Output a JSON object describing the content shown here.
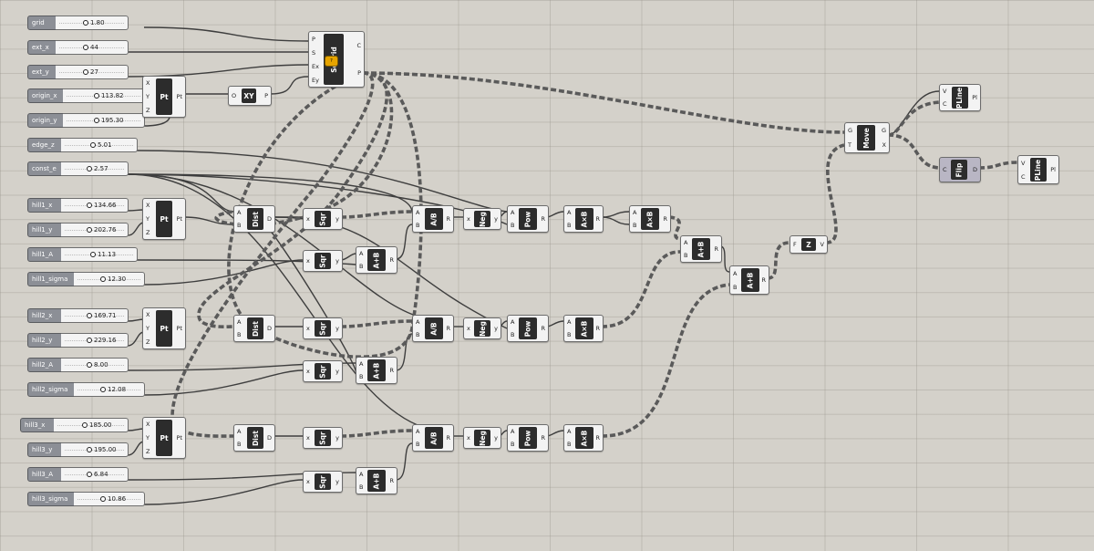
{
  "sliders": [
    {
      "label": "grid",
      "value": "1.80"
    },
    {
      "label": "ext_x",
      "value": "44"
    },
    {
      "label": "ext_y",
      "value": "27"
    },
    {
      "label": "origin_x",
      "value": "113.82"
    },
    {
      "label": "origin_y",
      "value": "195.30"
    },
    {
      "label": "edge_z",
      "value": "5.01"
    },
    {
      "label": "const_e",
      "value": "2.57"
    },
    {
      "label": "hill1_x",
      "value": "134.66"
    },
    {
      "label": "hill1_y",
      "value": "202.76"
    },
    {
      "label": "hill1_A",
      "value": "11.13"
    },
    {
      "label": "hill1_sigma",
      "value": "12.30"
    },
    {
      "label": "hill2_x",
      "value": "169.71"
    },
    {
      "label": "hill2_y",
      "value": "229.16"
    },
    {
      "label": "hill2_A",
      "value": "8.00"
    },
    {
      "label": "hill2_sigma",
      "value": "12.08"
    },
    {
      "label": "hill3_x",
      "value": "185.00"
    },
    {
      "label": "hill3_y",
      "value": "195.00"
    },
    {
      "label": "hill3_A",
      "value": "6.84"
    },
    {
      "label": "hill3_sigma",
      "value": "10.86"
    }
  ],
  "components": {
    "sqgrid": {
      "name": "SqGrid",
      "inputs": [
        "P",
        "S",
        "Ex",
        "Ey"
      ],
      "outputs": [
        "C",
        "P"
      ],
      "badge": "?"
    },
    "xy": {
      "name": "XY",
      "inputs": [
        "O"
      ],
      "outputs": [
        "P"
      ]
    },
    "pt": {
      "name": "Pt",
      "inputs": [
        "X",
        "Y",
        "Z"
      ],
      "outputs": [
        "Pt"
      ]
    },
    "dist": {
      "name": "Dist",
      "inputs": [
        "A",
        "B"
      ],
      "outputs": [
        "D"
      ]
    },
    "sqr": {
      "name": "Sqr",
      "inputs": [
        "x"
      ],
      "outputs": [
        "y"
      ]
    },
    "div": {
      "name": "A/B",
      "inputs": [
        "A",
        "B"
      ],
      "outputs": [
        "R"
      ]
    },
    "neg": {
      "name": "Neg",
      "inputs": [
        "x"
      ],
      "outputs": [
        "y"
      ]
    },
    "pow": {
      "name": "Pow",
      "inputs": [
        "A",
        "B"
      ],
      "outputs": [
        "R"
      ]
    },
    "mul": {
      "name": "A×B",
      "inputs": [
        "A",
        "B"
      ],
      "outputs": [
        "R"
      ]
    },
    "add": {
      "name": "A+B",
      "inputs": [
        "A",
        "B"
      ],
      "outputs": [
        "R"
      ]
    },
    "z": {
      "name": "Z",
      "inputs": [
        "F"
      ],
      "outputs": [
        "V"
      ]
    },
    "move": {
      "name": "Move",
      "inputs": [
        "G",
        "T"
      ],
      "outputs": [
        "G",
        "X"
      ]
    },
    "pline": {
      "name": "PLine",
      "inputs": [
        "V",
        "C"
      ],
      "outputs": [
        "Pl"
      ]
    },
    "flip": {
      "name": "Flip",
      "inputs": [
        "C"
      ],
      "outputs": [
        "D"
      ]
    }
  }
}
